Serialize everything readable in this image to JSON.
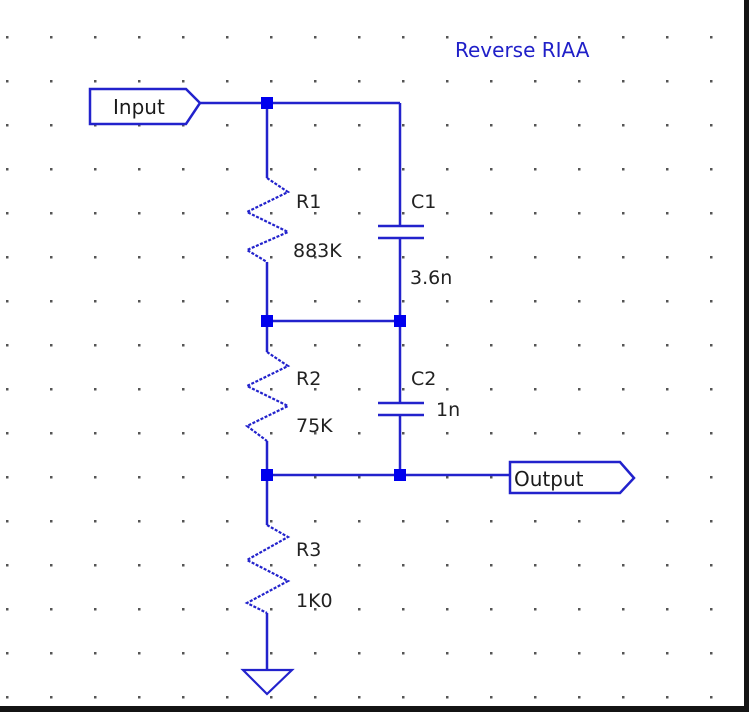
{
  "schematic": {
    "title": "Reverse RIAA",
    "colors": {
      "wire": "#2222cc",
      "node": "#0000ee",
      "title_text": "#2020c8",
      "label_text": "#222222",
      "grid_dot": "#555555",
      "background": "#ffffff"
    },
    "ports": {
      "input": {
        "label": "Input",
        "direction": "in"
      },
      "output": {
        "label": "Output",
        "direction": "out"
      }
    },
    "components": [
      {
        "ref": "R1",
        "value": "883K",
        "type": "resistor"
      },
      {
        "ref": "R2",
        "value": "75K",
        "type": "resistor"
      },
      {
        "ref": "R3",
        "value": "1K0",
        "type": "resistor"
      },
      {
        "ref": "C1",
        "value": "3.6n",
        "type": "capacitor"
      },
      {
        "ref": "C2",
        "value": "1n",
        "type": "capacitor"
      }
    ],
    "ground": {
      "symbol": "ground-icon"
    }
  }
}
